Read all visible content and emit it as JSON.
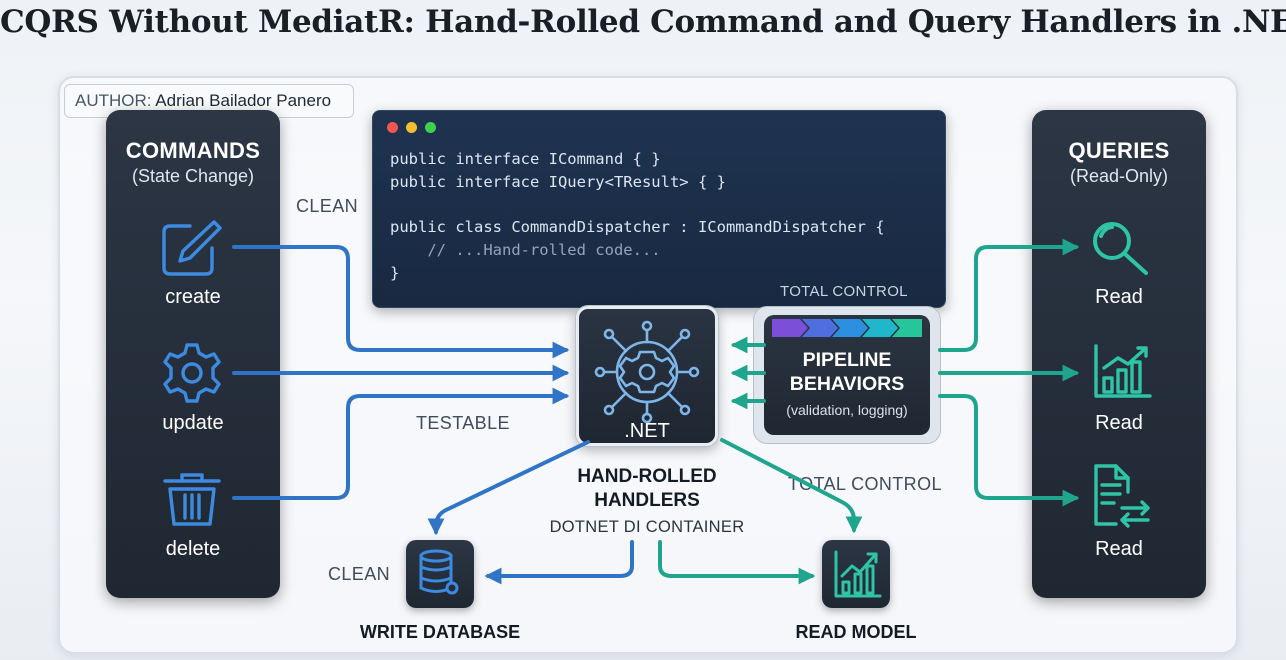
{
  "title": "CQRS Without MediatR: Hand-Rolled Command and Query Handlers in .NET",
  "author": {
    "label": "AUTHOR:",
    "name": "Adrian Bailador Panero"
  },
  "commands": {
    "title": "COMMANDS",
    "subtitle": "(State Change)",
    "items": [
      {
        "icon": "edit-icon",
        "label": "create"
      },
      {
        "icon": "gear-icon",
        "label": "update"
      },
      {
        "icon": "trash-icon",
        "label": "delete"
      }
    ]
  },
  "queries": {
    "title": "QUERIES",
    "subtitle": "(Read-Only)",
    "items": [
      {
        "icon": "magnifier-icon",
        "label": "Read"
      },
      {
        "icon": "bar-chart-icon",
        "label": "Read"
      },
      {
        "icon": "document-exchange-icon",
        "label": "Read"
      }
    ]
  },
  "code": {
    "lines": [
      "public interface ICommand { }",
      "public interface IQuery<TResult> { }",
      "public class CommandDispatcher : ICommandDispatcher {",
      "    // ...Hand-rolled code...",
      "}"
    ],
    "footnote": "TOTAL CONTROL"
  },
  "hub": {
    "label": ".NET",
    "icon": "network-gear-icon"
  },
  "pipeline": {
    "title_line1": "PIPELINE",
    "title_line2": "BEHAVIORS",
    "subtitle": "(validation, logging)"
  },
  "handlers": {
    "title_line1": "HAND-ROLLED",
    "title_line2": "HANDLERS",
    "subtitle": "DOTNET DI CONTAINER"
  },
  "flow_labels": {
    "clean_top": "CLEAN",
    "testable": "TESTABLE",
    "total_control": "TOTAL CONTROL",
    "clean_bottom": "CLEAN"
  },
  "write_db": {
    "label": "WRITE DATABASE",
    "icon": "database-icon"
  },
  "read_model": {
    "label": "READ MODEL",
    "icon": "line-chart-icon"
  },
  "colors": {
    "command_arrow": "#2f74c6",
    "query_arrow": "#1fa58e",
    "panel_dark": "#242d39",
    "icon_blue": "#3d8be0",
    "icon_teal": "#2fc4a6",
    "hub_icon": "#7fb6ea"
  }
}
